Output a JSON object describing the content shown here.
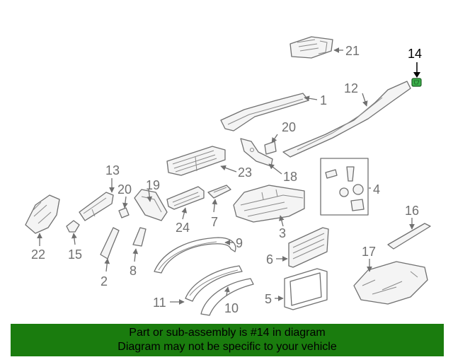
{
  "diagram": {
    "callouts": [
      "1",
      "2",
      "3",
      "4",
      "5",
      "6",
      "7",
      "8",
      "9",
      "10",
      "11",
      "12",
      "13",
      "14",
      "15",
      "16",
      "17",
      "18",
      "19",
      "20",
      "20",
      "21",
      "22",
      "23",
      "24"
    ],
    "highlighted_part": "14",
    "highlight_color": "#3bb04a"
  },
  "banner": {
    "line1": "Part or sub-assembly is #14 in diagram",
    "line2": "Diagram may not be specific to your vehicle",
    "background": "#1a7c0e"
  }
}
